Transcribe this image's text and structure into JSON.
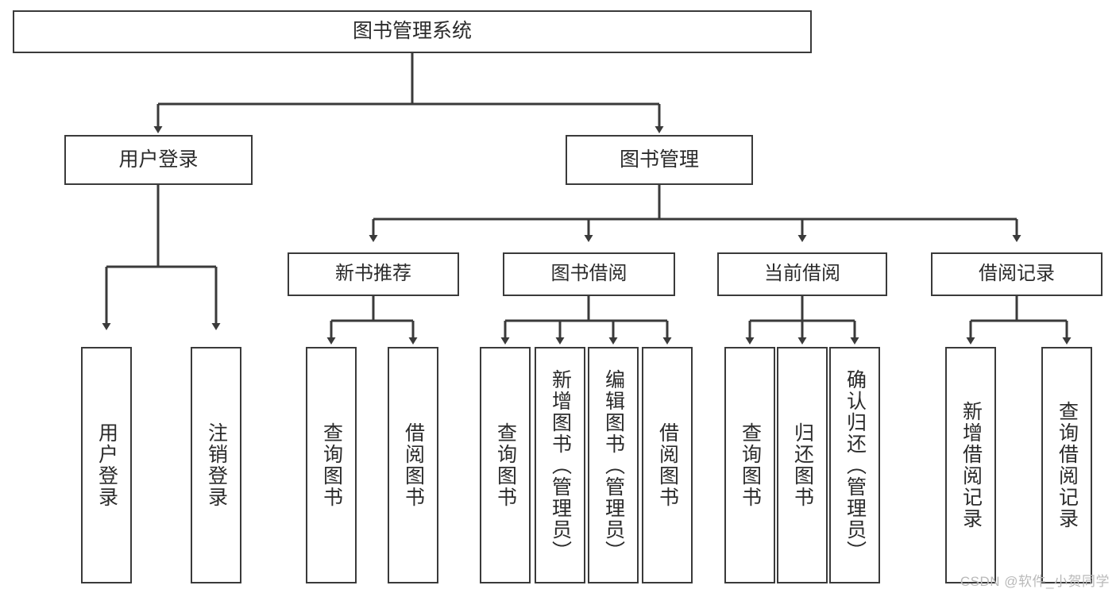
{
  "diagram": {
    "title": "图书管理系统",
    "root": {
      "label": "图书管理系统"
    },
    "level2": [
      {
        "label": "用户登录"
      },
      {
        "label": "图书管理"
      }
    ],
    "level3": [
      {
        "label": "新书推荐"
      },
      {
        "label": "图书借阅"
      },
      {
        "label": "当前借阅"
      },
      {
        "label": "借阅记录"
      }
    ],
    "leaves": [
      {
        "label": "用户登录"
      },
      {
        "label": "注销登录"
      },
      {
        "label": "查询图书"
      },
      {
        "label": "借阅图书"
      },
      {
        "label": "查询图书"
      },
      {
        "label": "新增图书（管理员）"
      },
      {
        "label": "编辑图书（管理员）"
      },
      {
        "label": "借阅图书"
      },
      {
        "label": "查询图书"
      },
      {
        "label": "归还图书"
      },
      {
        "label": "确认归还（管理员）"
      },
      {
        "label": "新增借阅记录"
      },
      {
        "label": "查询借阅记录"
      }
    ],
    "watermark": "CSDN @软件_小贺同学",
    "colors": {
      "border": "#3a3a3a",
      "text": "#2b2b2b",
      "background": "#ffffff",
      "connector": "#3a3a3a",
      "watermark": "#b9b9b9"
    }
  }
}
